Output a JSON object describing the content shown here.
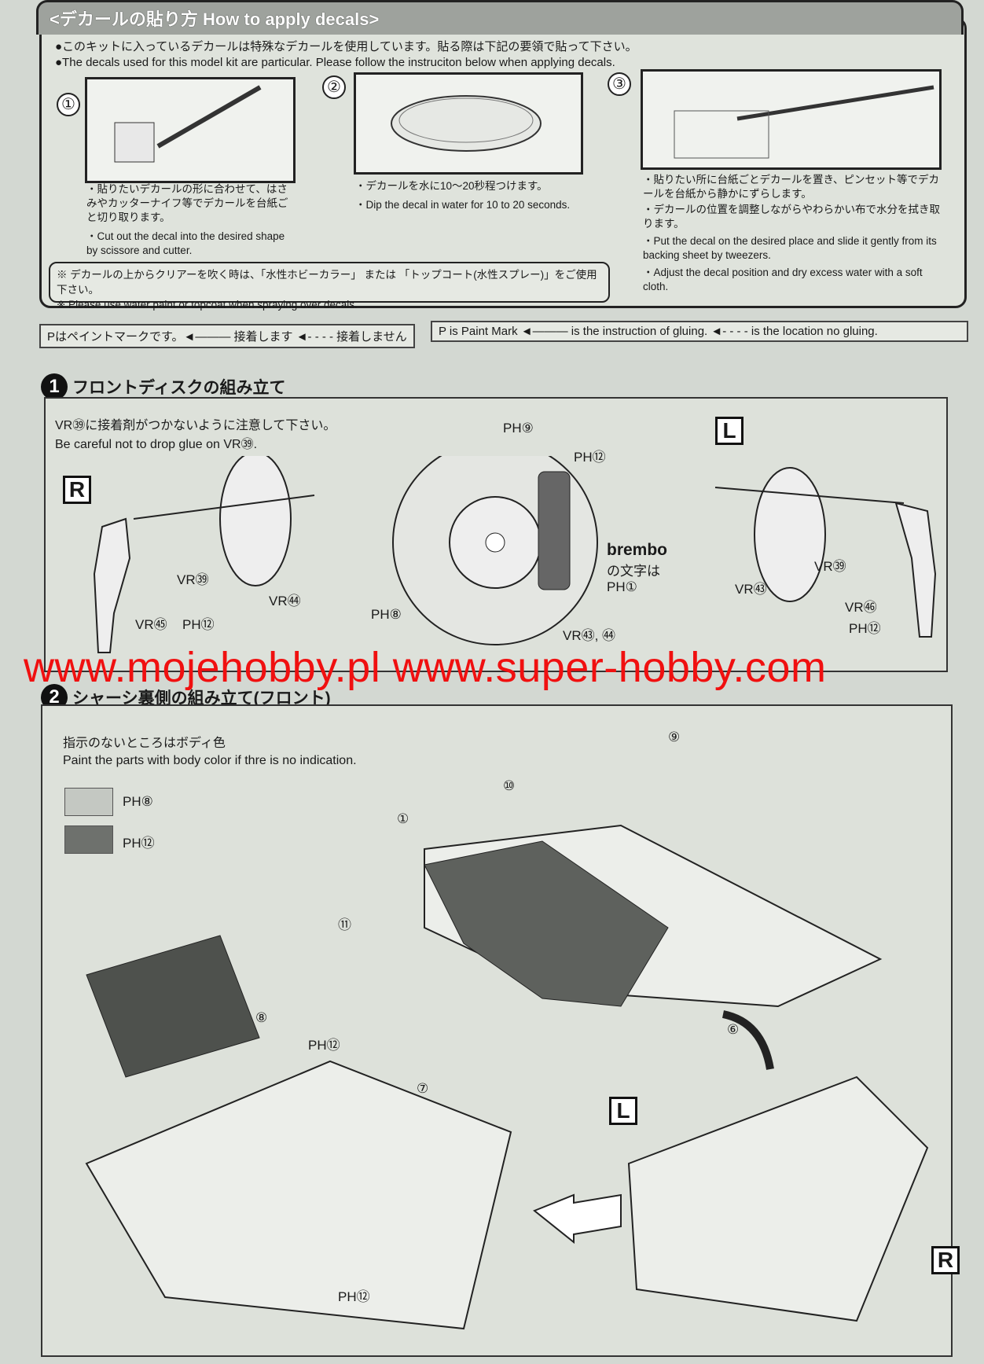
{
  "decals": {
    "title": "<デカールの貼り方 How to apply decals>",
    "intro_jp": "●このキットに入っているデカールは特殊なデカールを使用しています。貼る際は下記の要領で貼って下さい。",
    "intro_en": "●The decals used for this model kit are particular. Please follow the instruciton below when applying decals.",
    "steps": [
      {
        "num": "①",
        "jp": "・貼りたいデカールの形に合わせて、はさみやカッターナイフ等でデカールを台紙ごと切り取ります。",
        "en": "・Cut out the decal into the desired shape by scissore and cutter."
      },
      {
        "num": "②",
        "jp": "・デカールを水に10〜20秒程つけます。",
        "en": "・Dip the decal in water for 10 to 20 seconds."
      },
      {
        "num": "③",
        "jp": "・貼りたい所に台紙ごとデカールを置き、ピンセット等でデカールを台紙から静かにずらします。",
        "jp2": "・デカールの位置を調整しながらやわらかい布で水分を拭き取ります。",
        "en": "・Put the decal on the desired place and slide it gently from its backing sheet by tweezers.",
        "en2": "・Adjust the decal position and dry excess water with a soft cloth."
      }
    ],
    "note_jp": "※ デカールの上からクリアーを吹く時は、「水性ホビーカラー」 または 「トップコート(水性スプレー)」をご使用下さい。",
    "note_en": "※ Please use water paint or topcoat when spraying over decals."
  },
  "legend": {
    "jp": "Pはペイントマークです。◄——— 接着します ◄- - - - 接着しません",
    "en": "P is Paint Mark ◄——— is the instruction of gluing. ◄- - - - is the location no gluing."
  },
  "step1": {
    "num": "1",
    "title": "フロントディスクの組み立て",
    "note_jp": "VR㊴に接着剤がつかないように注意して下さい。",
    "note_en": "Be careful not to drop glue on VR㊴.",
    "right_label": "R",
    "left_label": "L",
    "labels": {
      "vr39": "VR㊴",
      "vr44": "VR㊹",
      "vr45": "VR㊺",
      "ph12": "PH⑫",
      "ph9": "PH⑨",
      "ph8": "PH⑧",
      "vr43_44": "VR㊸, ㊹",
      "brand": "brembo",
      "brand_note": "の文字は",
      "ph1": "PH①",
      "vr43": "VR㊸",
      "vr46": "VR㊻"
    }
  },
  "watermark": "www.mojehobby.pl www.super-hobby.com",
  "step2": {
    "num": "2",
    "title": "シャーシ裏側の組み立て(フロント)",
    "note_jp": "指示のないところはボディ色",
    "note_en": "Paint the parts with body color if thre is no indication.",
    "swatches": [
      {
        "label": "PH⑧",
        "color": "#c4c8c2"
      },
      {
        "label": "PH⑫",
        "color": "#6e716d"
      }
    ],
    "parts": [
      "①",
      "⑨",
      "⑩",
      "⑪",
      "⑧",
      "⑦",
      "⑥",
      "PH⑫",
      "PH⑫"
    ],
    "left_label": "L",
    "right_label": "R"
  }
}
